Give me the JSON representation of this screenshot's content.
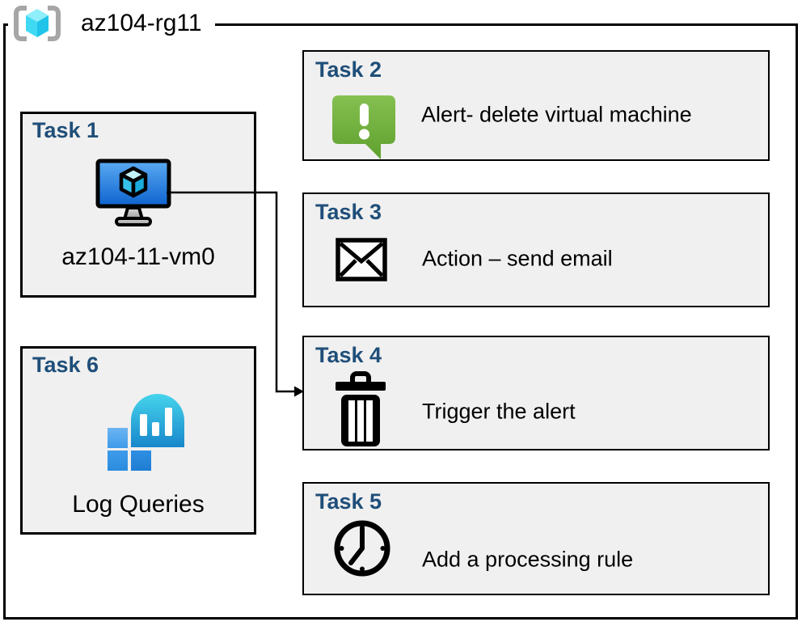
{
  "resource_group": {
    "name": "az104-rg11",
    "icon": "resource-group-icon"
  },
  "tasks": {
    "task1": {
      "title": "Task 1",
      "label": "az104-11-vm0",
      "icon": "virtual-machine-icon"
    },
    "task2": {
      "title": "Task 2",
      "label": "Alert- delete virtual machine",
      "icon": "alert-message-icon"
    },
    "task3": {
      "title": "Task 3",
      "label": "Action – send email",
      "icon": "email-envelope-icon"
    },
    "task4": {
      "title": "Task 4",
      "label": "Trigger the alert",
      "icon": "trash-can-icon"
    },
    "task5": {
      "title": "Task 5",
      "label": "Add a processing rule",
      "icon": "clock-icon"
    },
    "task6": {
      "title": "Task 6",
      "label": "Log Queries",
      "icon": "log-queries-icon"
    }
  },
  "connector": {
    "from": "task1",
    "to": "task4"
  },
  "colors": {
    "title_blue": "#1F4E79",
    "box_fill": "#F0F0F0",
    "border_black": "#000000",
    "alert_green_top": "#85C051",
    "alert_green_bottom": "#5FA02E",
    "vm_screen_top": "#5BAAF2",
    "vm_screen_bottom": "#0D63CF",
    "log_teal_top": "#46D4EC",
    "log_teal_bottom": "#1787CB",
    "rg_bracket_gray": "#A6A6A6",
    "rg_cube_cyan": "#3FD9F4"
  }
}
